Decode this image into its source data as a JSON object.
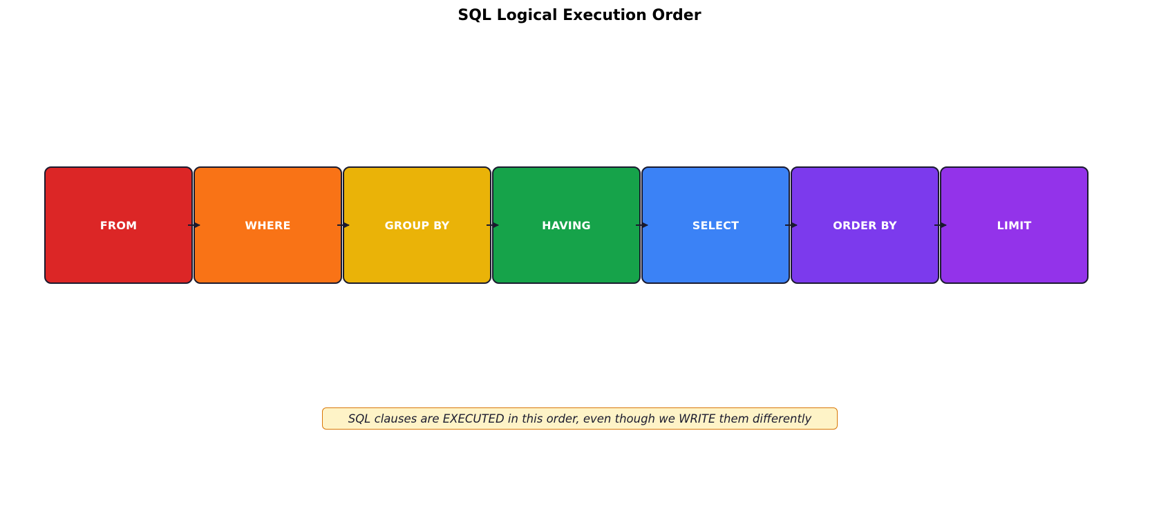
{
  "diagram": {
    "title": "SQL Logical Execution Order",
    "steps": [
      {
        "label": "FROM",
        "color": "#dc2626"
      },
      {
        "label": "WHERE",
        "color": "#f97316"
      },
      {
        "label": "GROUP BY",
        "color": "#eab308"
      },
      {
        "label": "HAVING",
        "color": "#16a34a"
      },
      {
        "label": "SELECT",
        "color": "#3b82f6"
      },
      {
        "label": "ORDER BY",
        "color": "#7c3aed"
      },
      {
        "label": "LIMIT",
        "color": "#9333ea"
      }
    ],
    "note": "SQL clauses are EXECUTED in this order, even though we WRITE them differently",
    "arrow_color": "#1a1a2e",
    "note_border_color": "#d97706",
    "note_background_color": "#fef3c7"
  }
}
